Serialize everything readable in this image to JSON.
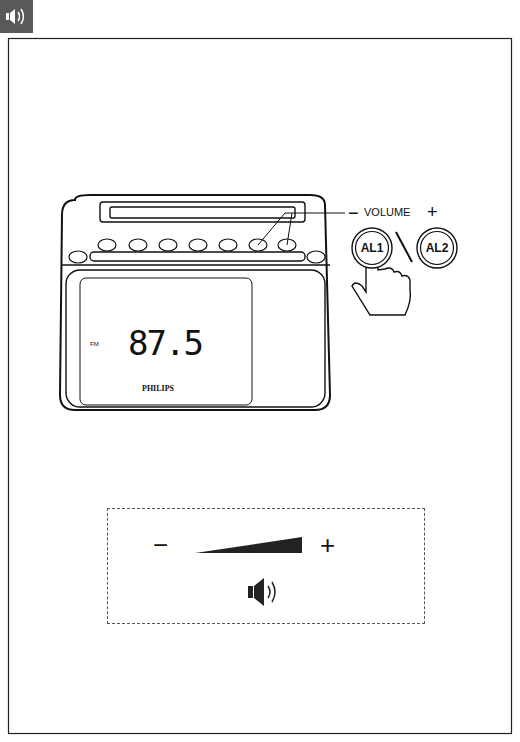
{
  "diagram": {
    "nodes": [
      {
        "text": [
          "AL1"
        ]
      },
      {
        "text": [
          "AL2"
        ]
      },
      {
        "text": [
          "−",
          "+"
        ]
      }
    ],
    "labels": [
      "−",
      "VOLUME",
      "+",
      "FM",
      "87.5",
      "PHILIPS"
    ]
  }
}
